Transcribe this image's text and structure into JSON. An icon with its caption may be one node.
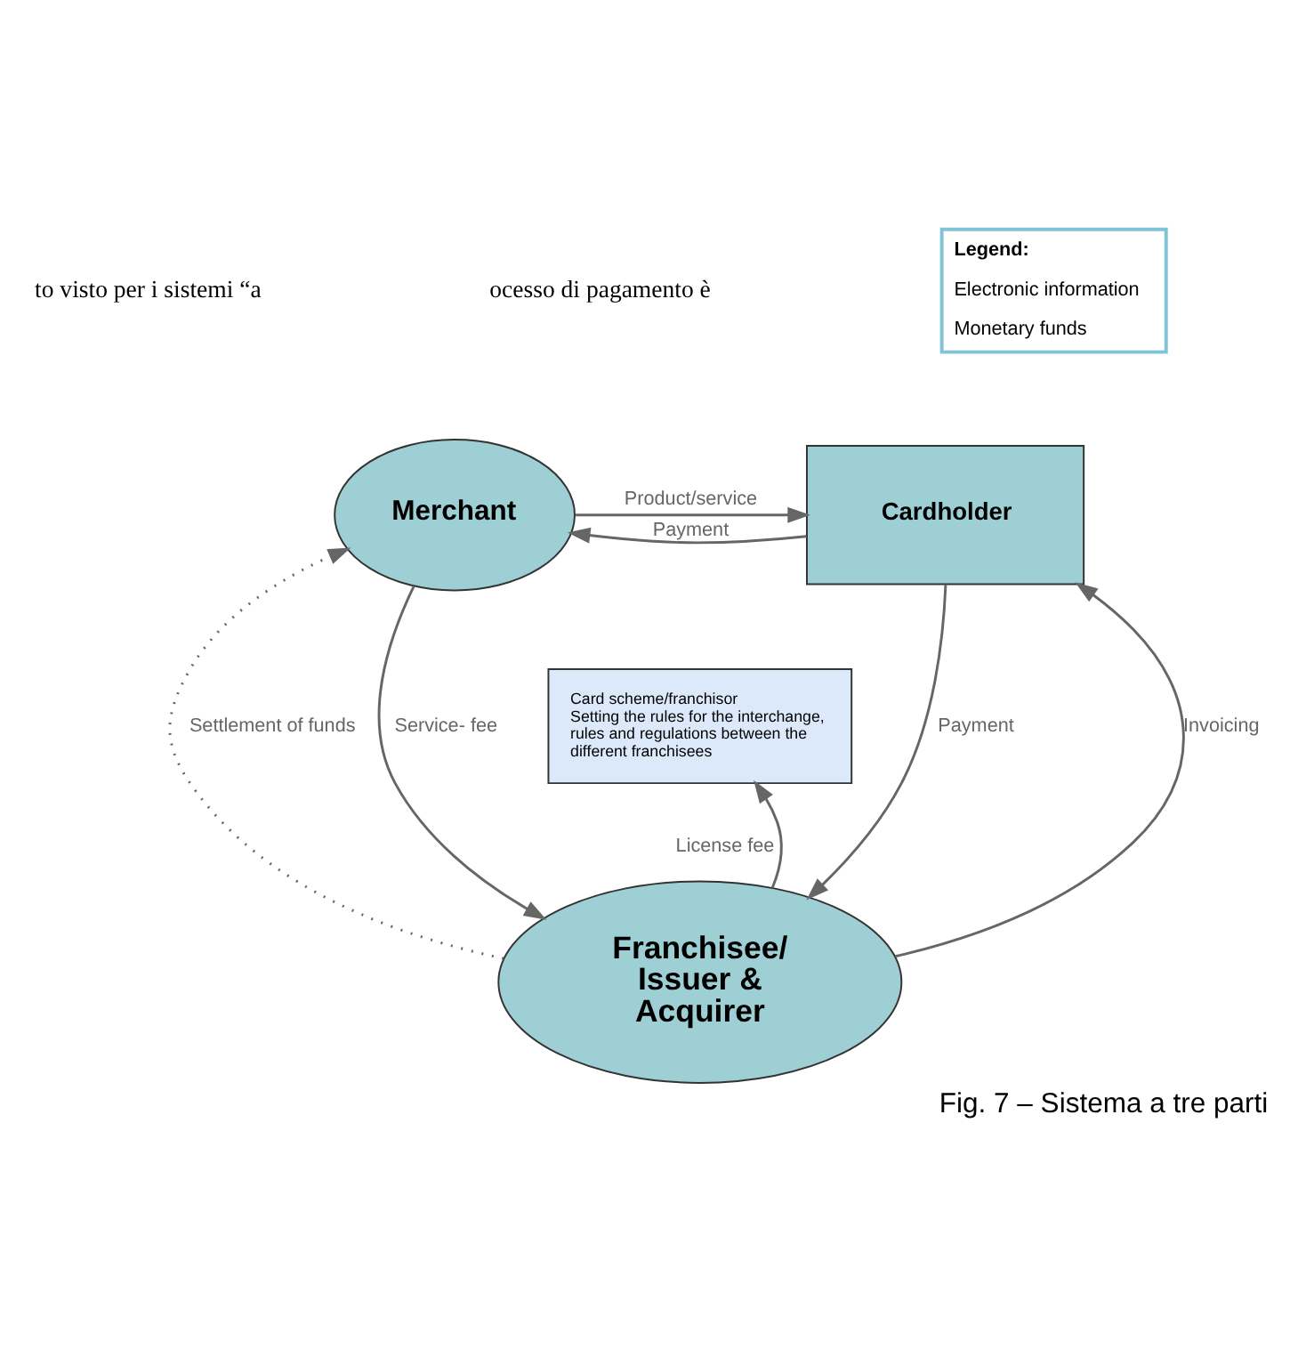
{
  "diagram": {
    "caption": "Fig. 7 – Sistema a tre parti",
    "nodes": [
      {
        "text": [
          "Cardholder"
        ]
      },
      {
        "text": [
          "Merchant"
        ]
      },
      {
        "text": [
          "Card scheme/franchisor",
          "Setting the rules for the interchange, rules and regulations between the different franchisees"
        ]
      },
      {
        "text": [
          "Franchisee/ Issuer & Acquirer"
        ]
      }
    ],
    "edges": [
      {
        "from": 0,
        "to": 1,
        "arrow": "to",
        "label": "Payment"
      },
      {
        "from": 1,
        "to": 0,
        "arrow": "to",
        "label": "Product/service"
      },
      {
        "from": 3,
        "to": 0,
        "arrow": "to",
        "label": "Invoicing"
      },
      {
        "from": 0,
        "to": 3,
        "arrow": "to",
        "label": "Payment"
      },
      {
        "from": 3,
        "to": 2,
        "arrow": "to",
        "label": "License fee"
      },
      {
        "from": 1,
        "to": 3,
        "arrow": "to",
        "label": "Service- fee"
      },
      {
        "from": 3,
        "to": 1,
        "arrow": "to",
        "label": "Settlement of funds",
        "style": "dashed"
      }
    ],
    "labels": [
      "to visto per i sistemi “a",
      "ocesso di pagamento è",
      "Legend:"
    ],
    "legend": [
      {
        "text": "Electronic information"
      },
      {
        "text": "Monetary funds"
      }
    ]
  }
}
